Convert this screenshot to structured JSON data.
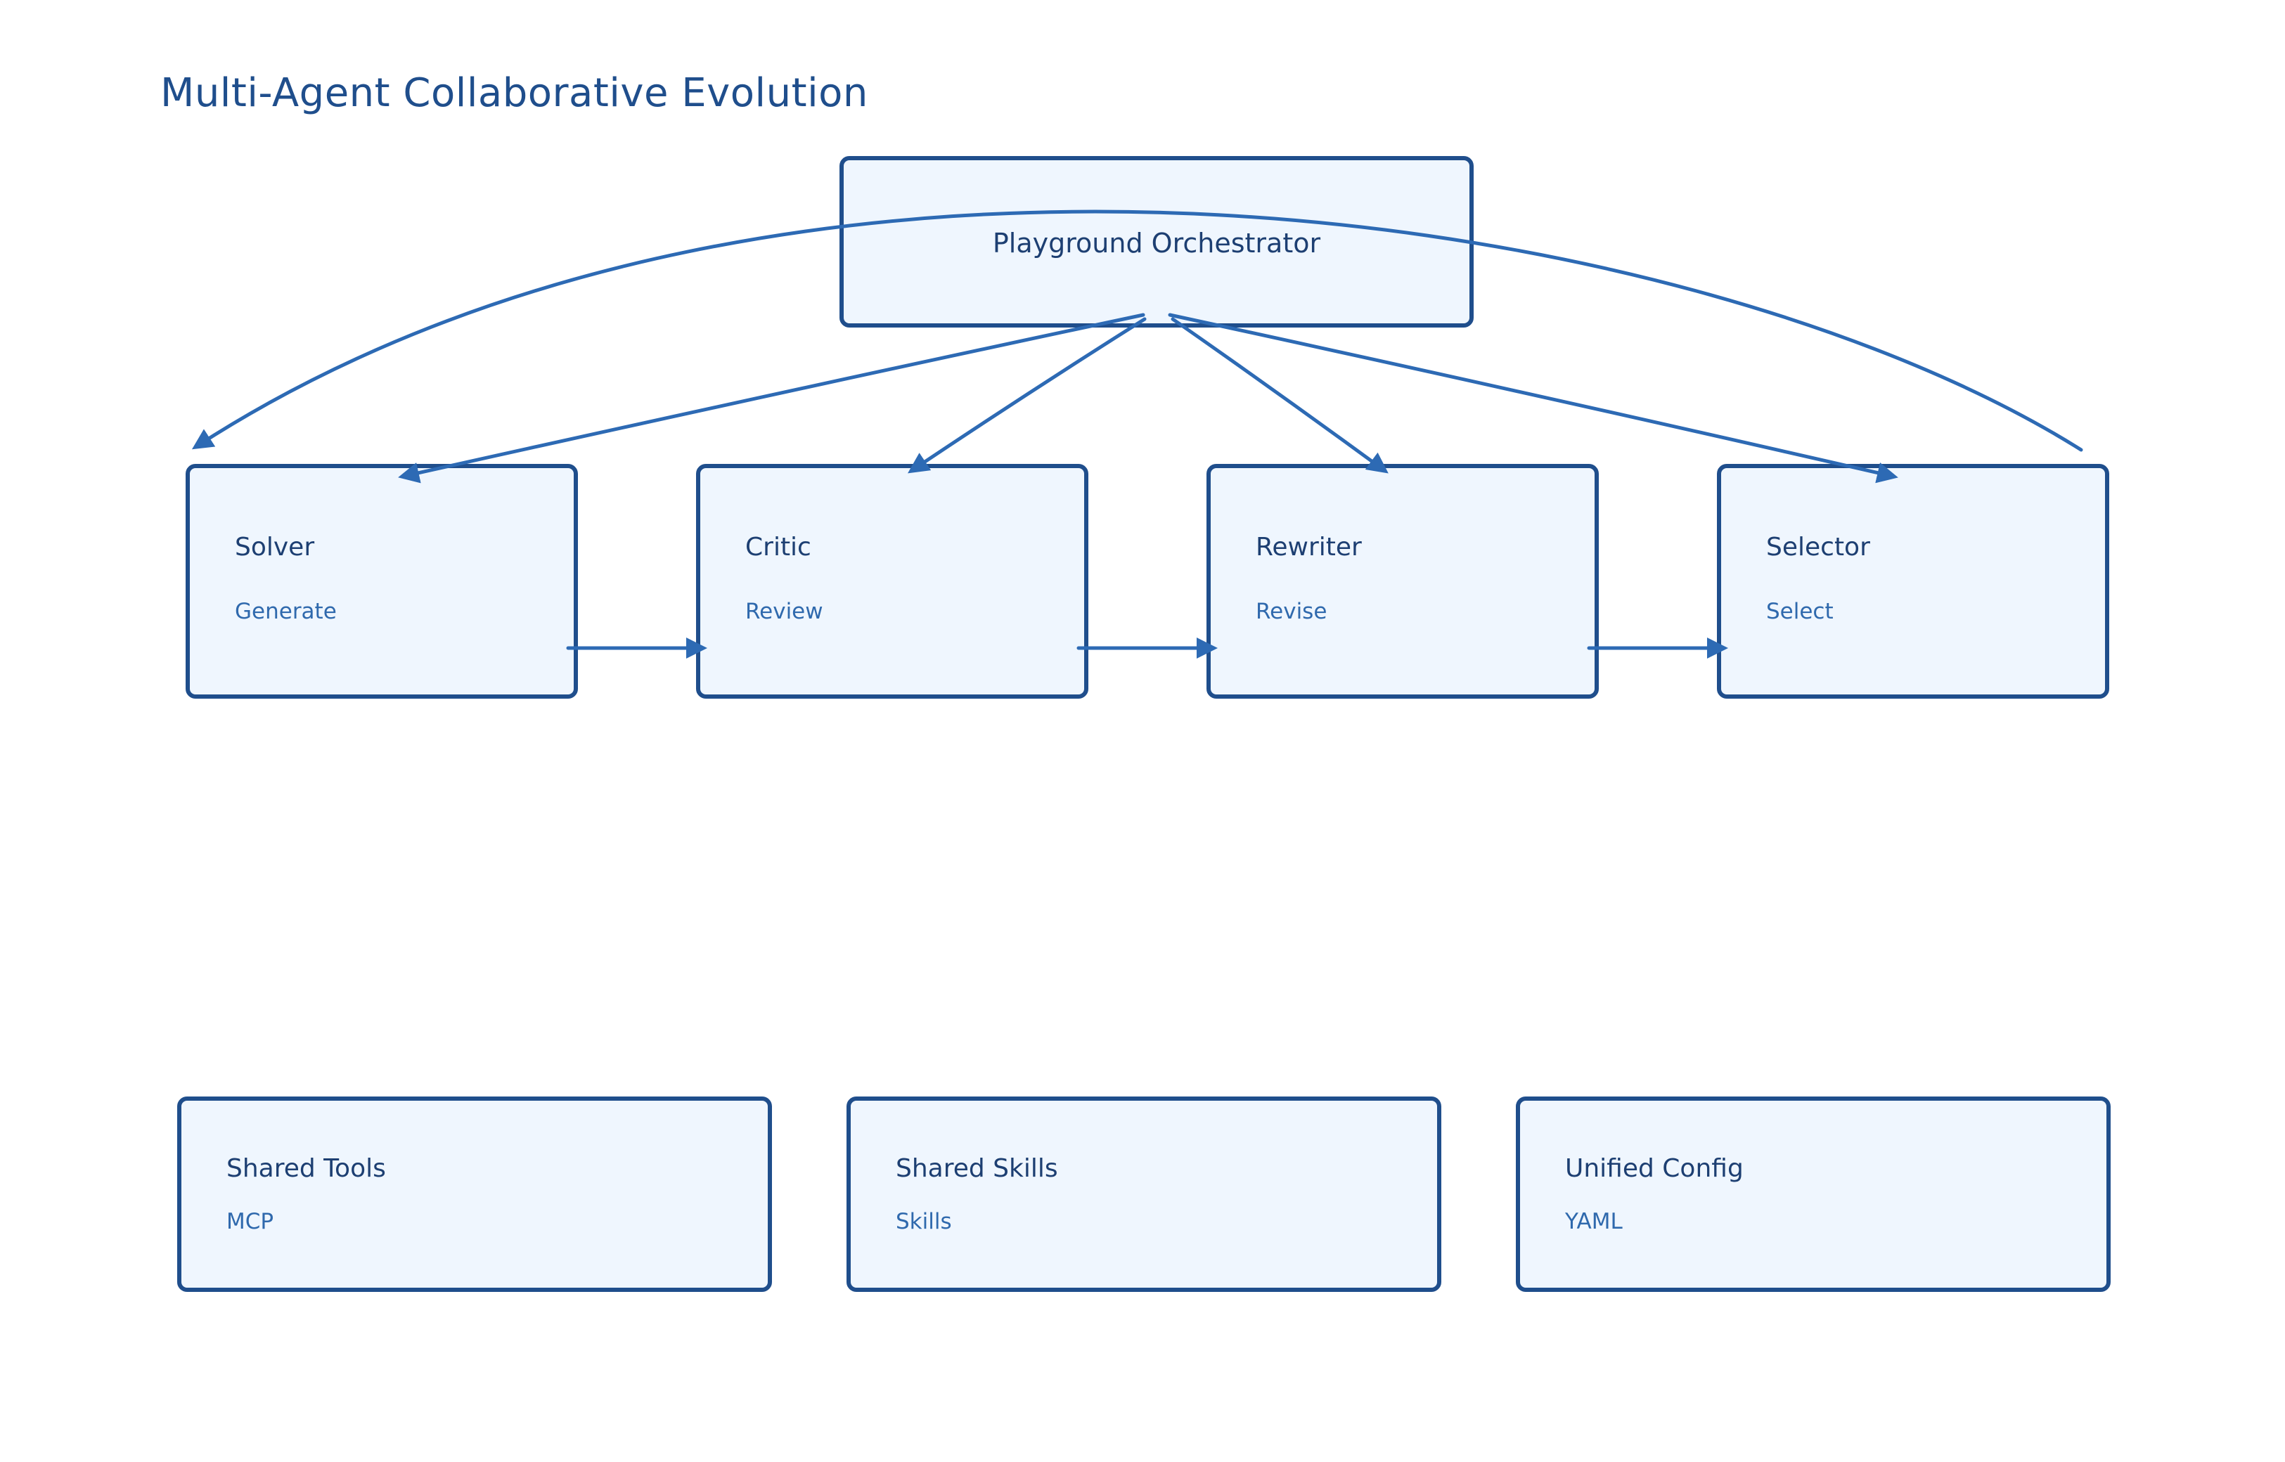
{
  "title": "Multi-Agent Collaborative Evolution",
  "colors": {
    "node_fill": "#eff6fe",
    "node_stroke": "#1f4e8c",
    "edge": "#2d6ab4",
    "title_text": "#1f4e8c",
    "sub_text": "#2f69ad"
  },
  "orchestrator": {
    "label": "Playground Orchestrator"
  },
  "agents": [
    {
      "label": "Solver",
      "sublabel": "Generate"
    },
    {
      "label": "Critic",
      "sublabel": "Review"
    },
    {
      "label": "Rewriter",
      "sublabel": "Revise"
    },
    {
      "label": "Selector",
      "sublabel": "Select"
    }
  ],
  "shared": [
    {
      "label": "Shared Tools",
      "sublabel": "MCP"
    },
    {
      "label": "Shared Skills",
      "sublabel": "Skills"
    },
    {
      "label": "Unified Config",
      "sublabel": "YAML"
    }
  ],
  "edges": [
    {
      "from": "orchestrator",
      "to": "agent-0"
    },
    {
      "from": "orchestrator",
      "to": "agent-1"
    },
    {
      "from": "orchestrator",
      "to": "agent-2"
    },
    {
      "from": "orchestrator",
      "to": "agent-3"
    },
    {
      "from": "agent-0",
      "to": "agent-1"
    },
    {
      "from": "agent-1",
      "to": "agent-2"
    },
    {
      "from": "agent-2",
      "to": "agent-3"
    },
    {
      "from": "agent-3",
      "to": "agent-0"
    }
  ]
}
